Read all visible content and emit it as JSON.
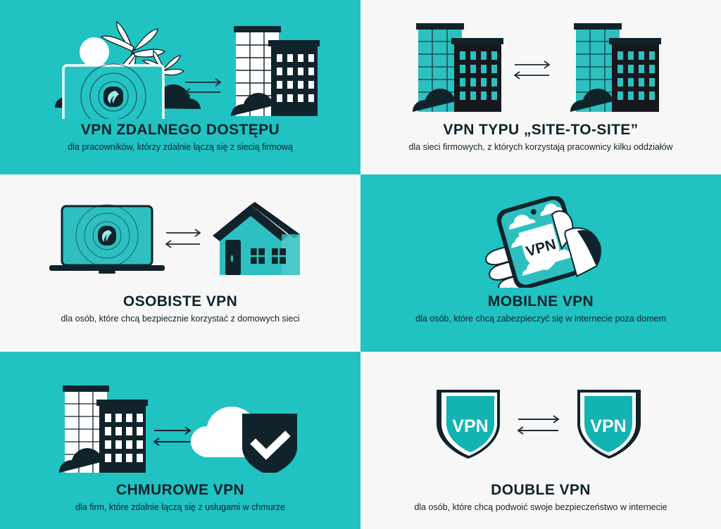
{
  "meta": {
    "layout": "3 rows x 2 columns grid of illustrated cards",
    "language": "pl"
  },
  "colors": {
    "teal_background": "#20c2c2",
    "light_background": "#f7f7f8",
    "dark_ink": "#10232b",
    "teal_accent": "#22bfbf",
    "white": "#ffffff",
    "arrow": "#1d2b33"
  },
  "panels": [
    {
      "id": "remote-access-vpn",
      "background": "teal",
      "title": "VPN ZDALNEGO DOSTĘPU",
      "subtitle": "dla pracowników, którzy zdalnie łączą się z siecią firmową",
      "icons": [
        "laptop-icon",
        "surfshark-logo-icon",
        "palm-tree-icon",
        "sun-icon",
        "cloud-icon",
        "office-buildings-icon",
        "arrow-right-icon",
        "arrow-left-icon"
      ]
    },
    {
      "id": "site-to-site-vpn",
      "background": "light",
      "title": "VPN TYPU „SITE-TO-SITE”",
      "subtitle": "dla sieci firmowych, z których korzystają pracownicy kilku oddziałów",
      "icons": [
        "office-buildings-icon",
        "office-buildings-icon",
        "arrow-right-icon",
        "arrow-left-icon"
      ]
    },
    {
      "id": "personal-vpn",
      "background": "light",
      "title": "OSOBISTE VPN",
      "subtitle": "dla osób, które chcą bezpiecznie korzystać z domowych sieci",
      "icons": [
        "laptop-icon",
        "surfshark-logo-icon",
        "house-icon",
        "arrow-right-icon",
        "arrow-left-icon"
      ]
    },
    {
      "id": "mobile-vpn",
      "background": "teal",
      "title": "MOBILNE VPN",
      "subtitle": "dla osób, które chcą zabezpieczyć się w internecie poza domem",
      "icons": [
        "hand-icon",
        "smartphone-icon",
        "shield-icon",
        "cloud-icon"
      ],
      "phone_screen_label": "VPN"
    },
    {
      "id": "cloud-vpn",
      "background": "teal",
      "title": "CHMUROWE VPN",
      "subtitle": "dla firm, które zdalnie łączą się z usługami w chmurze",
      "icons": [
        "office-buildings-icon",
        "cloud-icon",
        "shield-check-icon",
        "arrow-right-icon",
        "arrow-left-icon"
      ]
    },
    {
      "id": "double-vpn",
      "background": "light",
      "title": "DOUBLE VPN",
      "subtitle": "dla osób, które chcą podwoić swoje bezpieczeństwo w internecie",
      "icons": [
        "shield-icon",
        "shield-icon",
        "arrow-right-icon",
        "arrow-left-icon"
      ],
      "shield_label_left": "VPN",
      "shield_label_right": "VPN"
    }
  ]
}
